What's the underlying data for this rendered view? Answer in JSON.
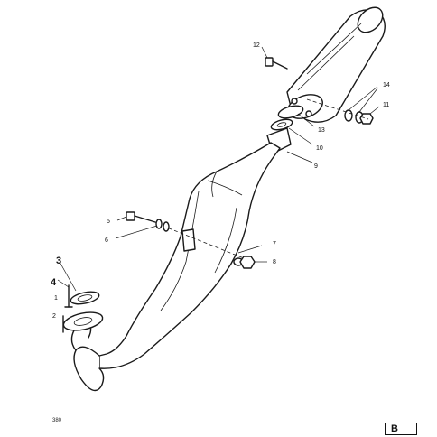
{
  "diagram": {
    "part_labels": [
      "12",
      "14",
      "11",
      "13",
      "10",
      "9",
      "5",
      "6",
      "7",
      "8",
      "3",
      "4",
      "1",
      "2"
    ],
    "figure_code": "380",
    "page_tag": "B"
  },
  "colors": {
    "ink": "#1a1a1a",
    "paper": "#ffffff"
  }
}
